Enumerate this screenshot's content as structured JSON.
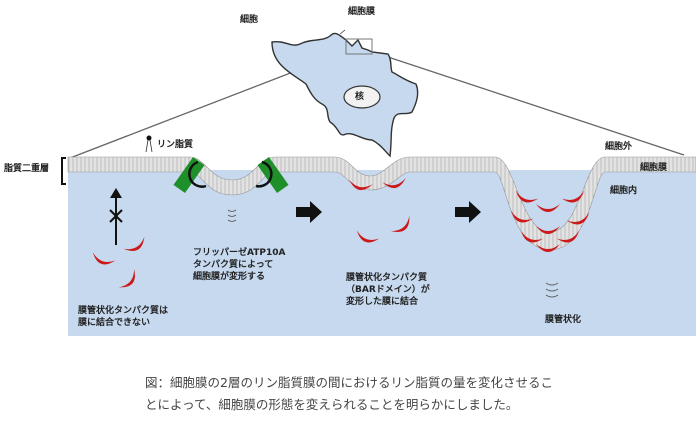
{
  "overview": {
    "cell_label": "細胞",
    "membrane_label": "細胞膜",
    "nucleus_label": "核"
  },
  "detail": {
    "phospholipid_label": "リン脂質",
    "bilayer_label": "脂質二重層",
    "outside_label": "細胞外",
    "membrane_label": "細胞膜",
    "inside_label": "細胞内"
  },
  "steps": [
    {
      "text": "膜管状化タンパク質は\n膜に結合できない"
    },
    {
      "text": "フリッパーゼATP10A\nタンパク質によって\n細胞膜が変形する"
    },
    {
      "text": "膜管状化タンパク質\n（BARドメイン）が\n変形した膜に結合"
    },
    {
      "text": "膜管状化"
    }
  ],
  "caption": "図：細胞膜の2層のリン脂質膜の間におけるリン脂質の量を変化させることによって、細胞膜の形態を変えられることを明らかにしました。",
  "colors": {
    "cytoplasm": "#c6d9ef",
    "membrane": "#d9d9d9",
    "flippase": "#1f8f2a",
    "bar_protein": "#cc1a1a",
    "line": "#555555"
  }
}
